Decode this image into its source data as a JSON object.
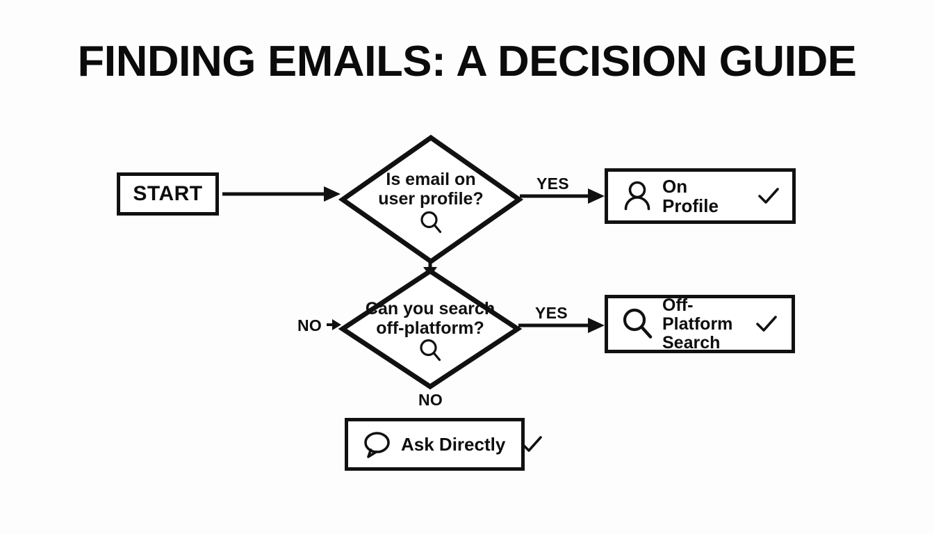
{
  "page": {
    "title": "FINDING EMAILS: A DECISION GUIDE",
    "background_color": "#fdfdfd",
    "line_color": "#111111",
    "text_color": "#0d0d0d"
  },
  "flowchart": {
    "type": "decision-flowchart",
    "nodes": [
      {
        "id": "start",
        "shape": "rectangle",
        "label": "START"
      },
      {
        "id": "q1",
        "shape": "diamond",
        "line1": "Is email on",
        "line2": "user profile?",
        "icon": "magnifier-icon"
      },
      {
        "id": "on_profile",
        "shape": "rectangle",
        "label": "On Profile",
        "icon": "person-icon",
        "status_icon": "check-icon"
      },
      {
        "id": "q2",
        "shape": "diamond",
        "line1": "Can you search",
        "line2": "off-platform?",
        "icon": "magnifier-icon"
      },
      {
        "id": "off_platform",
        "shape": "rectangle",
        "line1": "Off-Platform",
        "line2": "Search",
        "icon": "magnifier-icon",
        "status_icon": "check-icon"
      },
      {
        "id": "ask_directly",
        "shape": "rectangle",
        "label": "Ask Directly",
        "icon": "speech-bubble-icon",
        "status_icon": "check-icon"
      }
    ],
    "edges": [
      {
        "from": "start",
        "to": "q1",
        "label": ""
      },
      {
        "from": "q1",
        "to": "on_profile",
        "label": "YES"
      },
      {
        "from": "q1",
        "to": "q2",
        "label": ""
      },
      {
        "from": "q2",
        "to": "off_platform",
        "label": "YES"
      },
      {
        "from": "q2",
        "to": "ask_directly",
        "label": "NO"
      },
      {
        "from": "q2",
        "to": "q2",
        "label": "NO"
      }
    ],
    "labels": {
      "yes_top": "YES",
      "yes_bottom": "YES",
      "no_left": "NO",
      "no_bottom": "NO"
    }
  }
}
